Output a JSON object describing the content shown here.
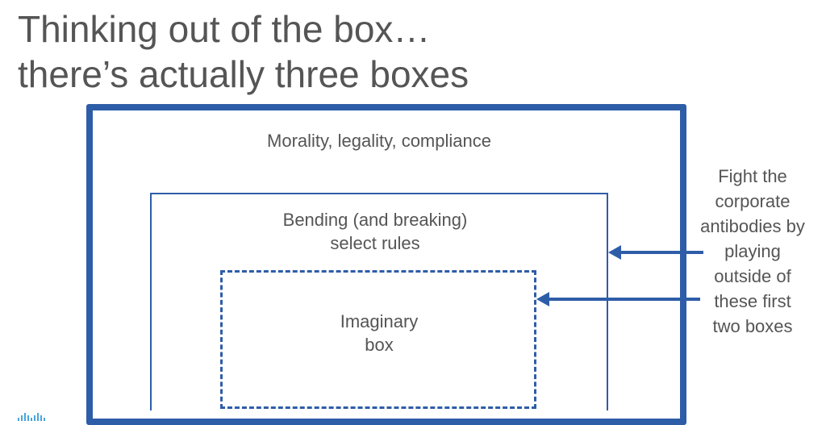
{
  "title": {
    "line1": "Thinking out of the box…",
    "line2": "there’s actually three boxes"
  },
  "boxes": {
    "outer": {
      "line1": "Morality, legality, compliance"
    },
    "middle": {
      "line1": "Bending (and breaking)",
      "line2": "select rules"
    },
    "inner": {
      "line1": "Imaginary",
      "line2": "box"
    }
  },
  "side_note": {
    "lines": [
      "Fight the",
      "corporate",
      "antibodies by",
      "playing",
      "outside of",
      "these first",
      "two boxes"
    ]
  },
  "colors": {
    "accent": "#2e5da8",
    "text": "#555555",
    "logo": "#49a5db"
  },
  "icons": {
    "logo": "cisco-logo-icon"
  }
}
